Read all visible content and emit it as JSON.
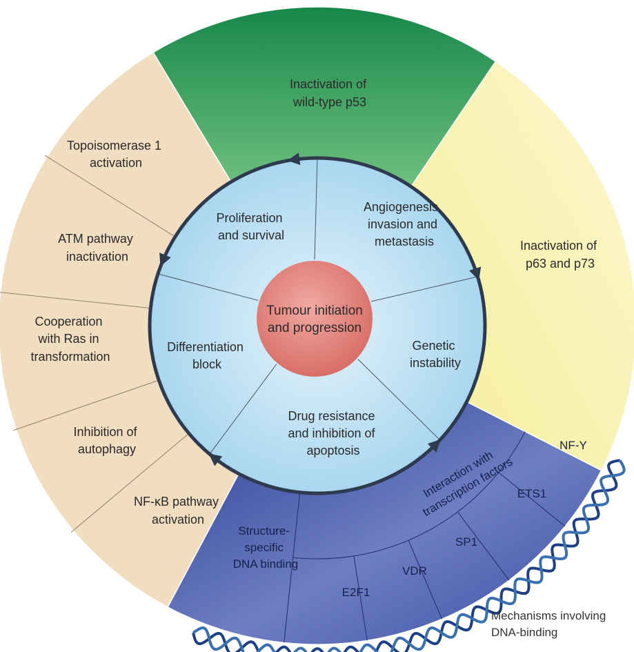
{
  "center": {
    "line1": "Tumour initiation",
    "line2": "and progression"
  },
  "inner_segments": {
    "proliferation": [
      "Proliferation",
      "and survival"
    ],
    "angiogenesis": [
      "Angiogenesis,",
      "invasion and",
      "metastasis"
    ],
    "genetic": [
      "Genetic",
      "instability"
    ],
    "drug": [
      "Drug resistance",
      "and inhibition of",
      "apoptosis"
    ],
    "differentiation": [
      "Differentiation",
      "block"
    ]
  },
  "outer_segments": {
    "p53": [
      "Inactivation of",
      "wild-type p53"
    ],
    "p63": [
      "Inactivation of",
      "p63 and p73"
    ],
    "topo": [
      "Topoisomerase 1",
      "activation"
    ],
    "atm": [
      "ATM pathway",
      "inactivation"
    ],
    "ras": [
      "Cooperation",
      "with Ras in",
      "transformation"
    ],
    "autophagy": [
      "Inhibition of",
      "autophagy"
    ],
    "nfkb": [
      "NF-κB pathway",
      "activation"
    ],
    "structure": [
      "Structure-",
      "specific",
      "DNA binding"
    ],
    "interaction": [
      "Interaction with",
      "transcription factors"
    ]
  },
  "transcription_factors": {
    "e2f1": "E2F1",
    "vdr": "VDR",
    "sp1": "SP1",
    "ets1": "ETS1",
    "nfy": "NF-Y"
  },
  "caption": [
    "Mechanisms involving",
    "DNA-binding"
  ],
  "colors": {
    "green": "#2e8b4c",
    "yellow": "#f8f3b6",
    "tan": "#f1ddc0",
    "blue_dark": "#3a4b9c",
    "inner_blue": "#bfe1f3",
    "center_red": "#de7f7a"
  }
}
